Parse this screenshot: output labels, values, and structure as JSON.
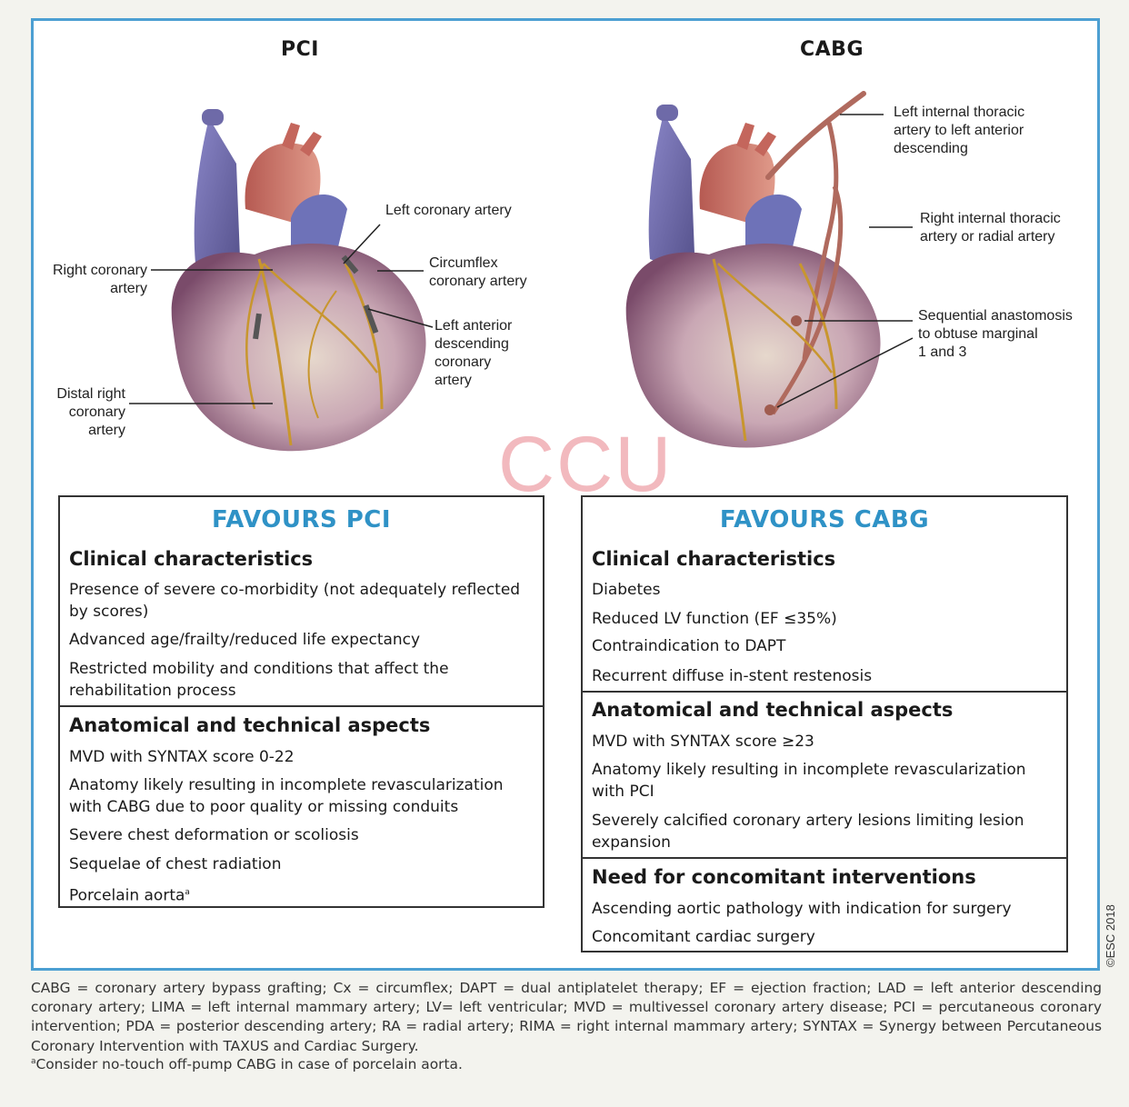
{
  "headers": {
    "pci": "PCI",
    "cabg": "CABG"
  },
  "pci_labels": {
    "left_coronary": "Left coronary artery",
    "circumflex": "Circumflex\ncoronary artery",
    "lad": "Left anterior\ndescending\ncoronary\nartery",
    "right_coronary": "Right coronary\nartery",
    "distal_right": "Distal right\ncoronary\nartery"
  },
  "cabg_labels": {
    "lita": "Left internal thoracic\nartery to left anterior\ndescending",
    "rita": "Right internal thoracic\nartery or radial artery",
    "sequential": "Sequential anastomosis\nto obtuse marginal\n1 and 3"
  },
  "watermark": "CCU",
  "favours_pci": {
    "title": "FAVOURS PCI",
    "clinical_title": "Clinical characteristics",
    "clinical": [
      "Presence of severe co-morbidity (not adequately reflected by scores)",
      "Advanced age/frailty/reduced life expectancy",
      "Restricted mobility and conditions that affect the rehabilitation process"
    ],
    "anatomical_title": "Anatomical and technical aspects",
    "anatomical": [
      "MVD with SYNTAX score 0-22",
      "Anatomy likely resulting in incomplete revascularization with CABG due to poor quality or missing conduits",
      "Severe chest deformation or scoliosis",
      "Sequelae of chest radiation",
      "Porcelain aorta"
    ],
    "porcelain_sup": "a"
  },
  "favours_cabg": {
    "title": "FAVOURS CABG",
    "clinical_title": "Clinical characteristics",
    "clinical": [
      "Diabetes",
      "Reduced LV function (EF ≤35%)",
      "Contraindication to DAPT",
      "Recurrent diffuse in-stent restenosis"
    ],
    "anatomical_title": "Anatomical and technical aspects",
    "anatomical": [
      "MVD with SYNTAX score ≥23",
      "Anatomy likely resulting in incomplete revascularization with PCI",
      "Severely calcified coronary artery lesions limiting lesion expansion"
    ],
    "concomitant_title": "Need for concomitant interventions",
    "concomitant": [
      "Ascending aortic pathology with indication for surgery",
      "Concomitant cardiac surgery"
    ]
  },
  "copyright": "©ESC 2018",
  "footnote": "CABG = coronary artery bypass grafting; Cx = circumflex; DAPT = dual antiplatelet therapy; EF = ejection fraction; LAD = left anterior descending coronary artery; LIMA = left internal  mammary artery; LV= left ventricular; MVD = multivessel coronary artery disease;  PCI = percutaneous coronary intervention; PDA = posterior descending artery; RA = radial artery; RIMA = right internal mammary artery; SYNTAX = Synergy between Percutaneous Coronary Intervention with TAXUS and Cardiac Surgery.",
  "footnote_a_sup": "a",
  "footnote_a": "Consider no-touch off-pump CABG in case of porcelain aorta."
}
